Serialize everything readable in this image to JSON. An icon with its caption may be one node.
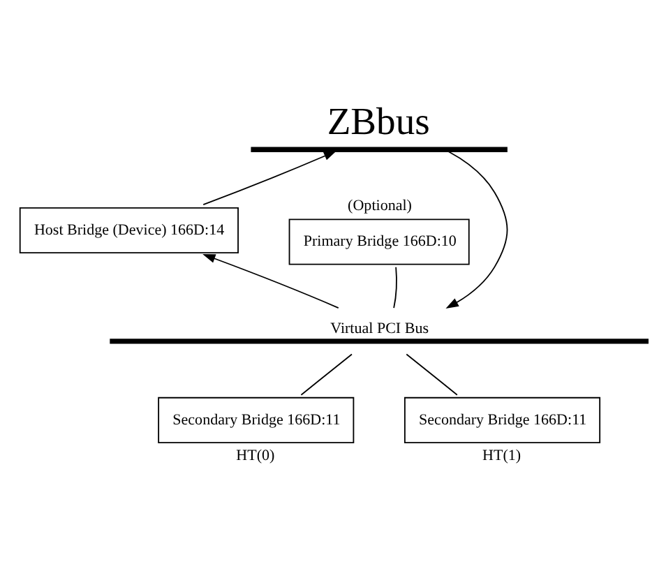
{
  "diagram": {
    "nodes": [
      {
        "text": [
          "ZBbus"
        ]
      },
      {
        "text": [
          "Host Bridge (Device) 166D:14"
        ]
      },
      {
        "text": [
          "Primary Bridge 166D:10"
        ],
        "beside": [
          "(Optional)"
        ]
      },
      {
        "text": [
          "Virtual PCI Bus"
        ]
      },
      {
        "text": [
          "Secondary Bridge 166D:11"
        ],
        "beside": [
          "HT(0)"
        ]
      },
      {
        "text": [
          "Secondary Bridge 166D:11"
        ],
        "beside": [
          "HT(1)"
        ]
      }
    ],
    "edges": [
      {
        "from": 1,
        "to": 0,
        "arrow": "to"
      },
      {
        "from": 3,
        "to": 1,
        "arrow": "to"
      },
      {
        "from": 0,
        "to": 3,
        "arrow": "to"
      },
      {
        "from": 2,
        "to": 3,
        "arrow": "none"
      },
      {
        "from": 3,
        "to": 4,
        "arrow": "none"
      },
      {
        "from": 3,
        "to": 5,
        "arrow": "none"
      }
    ]
  }
}
